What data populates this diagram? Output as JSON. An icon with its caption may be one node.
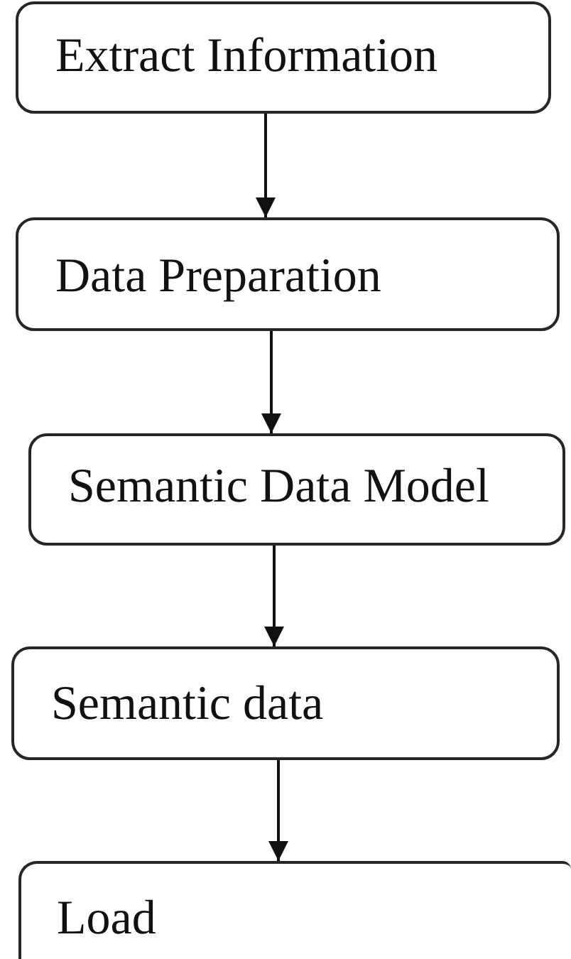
{
  "diagram": {
    "nodes": [
      {
        "text": [
          "Extract Information"
        ]
      },
      {
        "text": [
          "Data Preparation"
        ]
      },
      {
        "text": [
          "Semantic Data Model"
        ]
      },
      {
        "text": [
          "Semantic data"
        ]
      },
      {
        "text": [
          "Load"
        ]
      }
    ],
    "edges": [
      {
        "from": 0,
        "to": 1,
        "arrow": "to"
      },
      {
        "from": 1,
        "to": 2,
        "arrow": "to"
      },
      {
        "from": 2,
        "to": 3,
        "arrow": "to"
      },
      {
        "from": 3,
        "to": 4,
        "arrow": "to"
      }
    ]
  }
}
